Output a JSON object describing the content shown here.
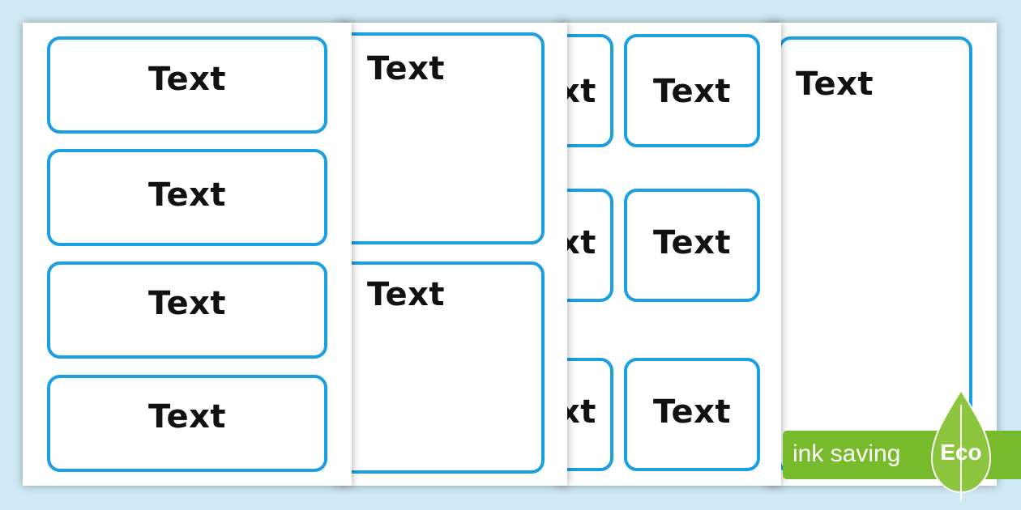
{
  "sheet1": {
    "labels": [
      "Text",
      "Text",
      "Text",
      "Text"
    ]
  },
  "sheet2": {
    "labels": [
      "Text",
      "Text"
    ]
  },
  "sheet3": {
    "partial_labels": [
      "xt",
      "xt",
      "xt"
    ],
    "labels": [
      "Text",
      "Text",
      "Text"
    ]
  },
  "sheet4": {
    "label": "Text"
  },
  "eco_badge": {
    "banner_text": "ink saving",
    "badge_text": "Eco"
  },
  "colors": {
    "background": "#cfe9f5",
    "card_border": "#1a9fe3",
    "eco_green": "#77bb2c",
    "leaf_green": "#8cc63f"
  }
}
